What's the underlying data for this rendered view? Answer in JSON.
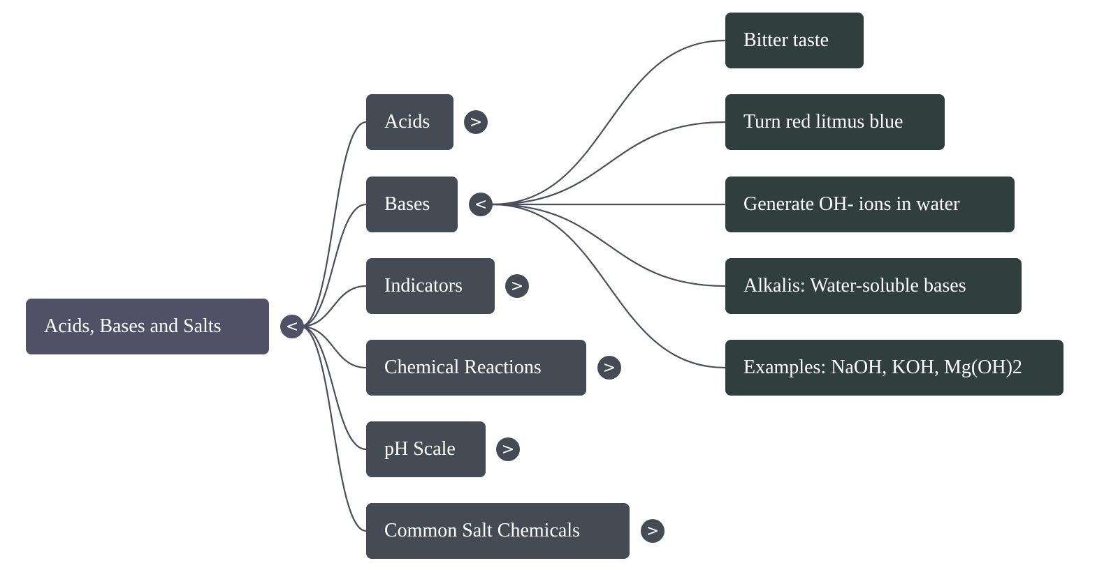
{
  "mindmap": {
    "root": {
      "label": "Acids, Bases and Salts",
      "toggle": "<",
      "expanded": true
    },
    "branches": [
      {
        "label": "Acids",
        "toggle": ">",
        "expanded": false
      },
      {
        "label": "Bases",
        "toggle": "<",
        "expanded": true,
        "children": [
          {
            "label": "Bitter taste"
          },
          {
            "label": "Turn red litmus blue"
          },
          {
            "label": "Generate OH- ions in water"
          },
          {
            "label": "Alkalis: Water-soluble bases"
          },
          {
            "label": "Examples: NaOH, KOH, Mg(OH)2"
          }
        ]
      },
      {
        "label": "Indicators",
        "toggle": ">",
        "expanded": false
      },
      {
        "label": "Chemical Reactions",
        "toggle": ">",
        "expanded": false
      },
      {
        "label": "pH Scale",
        "toggle": ">",
        "expanded": false
      },
      {
        "label": "Common Salt Chemicals",
        "toggle": ">",
        "expanded": false
      }
    ]
  },
  "colors": {
    "root": "#505067",
    "branch": "#454b55",
    "leaf": "#313f3c",
    "link": "#4a4d5e"
  }
}
